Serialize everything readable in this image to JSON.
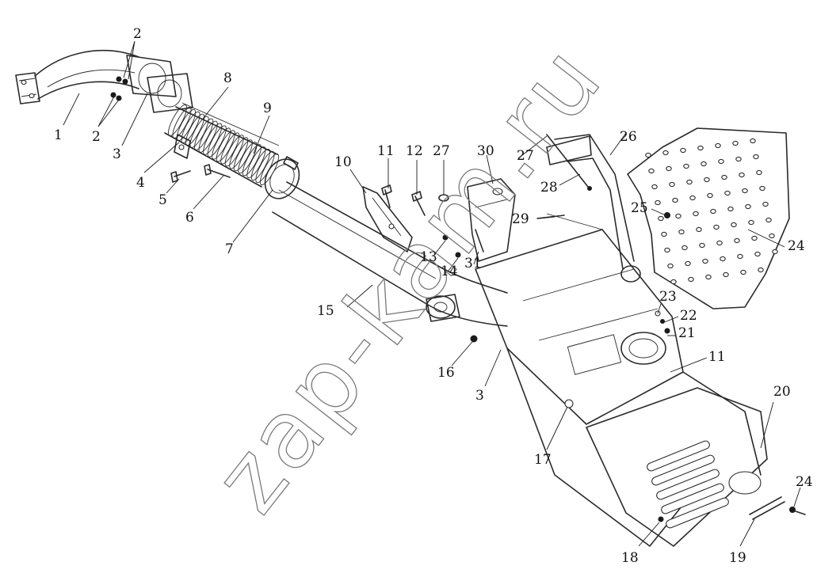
{
  "watermark": {
    "text": "zap-kam.ru"
  },
  "callouts": [
    {
      "id": "c1",
      "label": "1"
    },
    {
      "id": "c2a",
      "label": "2"
    },
    {
      "id": "c2b",
      "label": "2"
    },
    {
      "id": "c3a",
      "label": "3"
    },
    {
      "id": "c3b",
      "label": "3"
    },
    {
      "id": "c4",
      "label": "4"
    },
    {
      "id": "c5",
      "label": "5"
    },
    {
      "id": "c6",
      "label": "6"
    },
    {
      "id": "c7",
      "label": "7"
    },
    {
      "id": "c8",
      "label": "8"
    },
    {
      "id": "c9",
      "label": "9"
    },
    {
      "id": "c10",
      "label": "10"
    },
    {
      "id": "c11a",
      "label": "11"
    },
    {
      "id": "c11b",
      "label": "11"
    },
    {
      "id": "c12",
      "label": "12"
    },
    {
      "id": "c13",
      "label": "13"
    },
    {
      "id": "c14",
      "label": "14"
    },
    {
      "id": "c15",
      "label": "15"
    },
    {
      "id": "c16",
      "label": "16"
    },
    {
      "id": "c17",
      "label": "17"
    },
    {
      "id": "c18",
      "label": "18"
    },
    {
      "id": "c19",
      "label": "19"
    },
    {
      "id": "c20",
      "label": "20"
    },
    {
      "id": "c21",
      "label": "21"
    },
    {
      "id": "c22",
      "label": "22"
    },
    {
      "id": "c23",
      "label": "23"
    },
    {
      "id": "c24a",
      "label": "24"
    },
    {
      "id": "c24b",
      "label": "24"
    },
    {
      "id": "c25",
      "label": "25"
    },
    {
      "id": "c26",
      "label": "26"
    },
    {
      "id": "c27a",
      "label": "27"
    },
    {
      "id": "c27b",
      "label": "27"
    },
    {
      "id": "c28",
      "label": "28"
    },
    {
      "id": "c29",
      "label": "29"
    },
    {
      "id": "c30",
      "label": "30"
    },
    {
      "id": "c31",
      "label": "31"
    }
  ]
}
